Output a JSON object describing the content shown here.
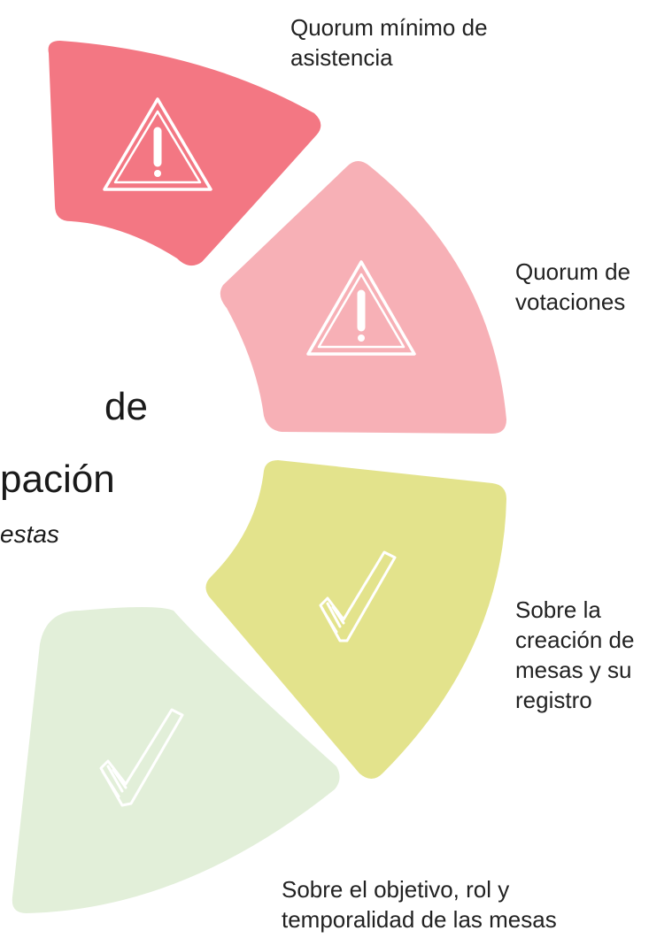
{
  "colors": {
    "segment_1": "#f37783",
    "segment_2": "#f7b0b6",
    "segment_3": "#e3e38c",
    "segment_4": "#e2efd9",
    "icon_stroke": "#ffffff"
  },
  "center_text": {
    "line1": "de",
    "line2": "pación",
    "line3": "estas"
  },
  "segments": [
    {
      "label": "Quorum mínimo de\nasistencia",
      "icon": "warning-icon"
    },
    {
      "label": "Quorum de\nvotaciones",
      "icon": "warning-icon"
    },
    {
      "label": "Sobre la\ncreación de\nmesas y su\nregistro",
      "icon": "checkmark-icon"
    },
    {
      "label": "Sobre el objetivo, rol y\ntemporalidad de las mesas",
      "icon": "checkmark-icon"
    }
  ]
}
